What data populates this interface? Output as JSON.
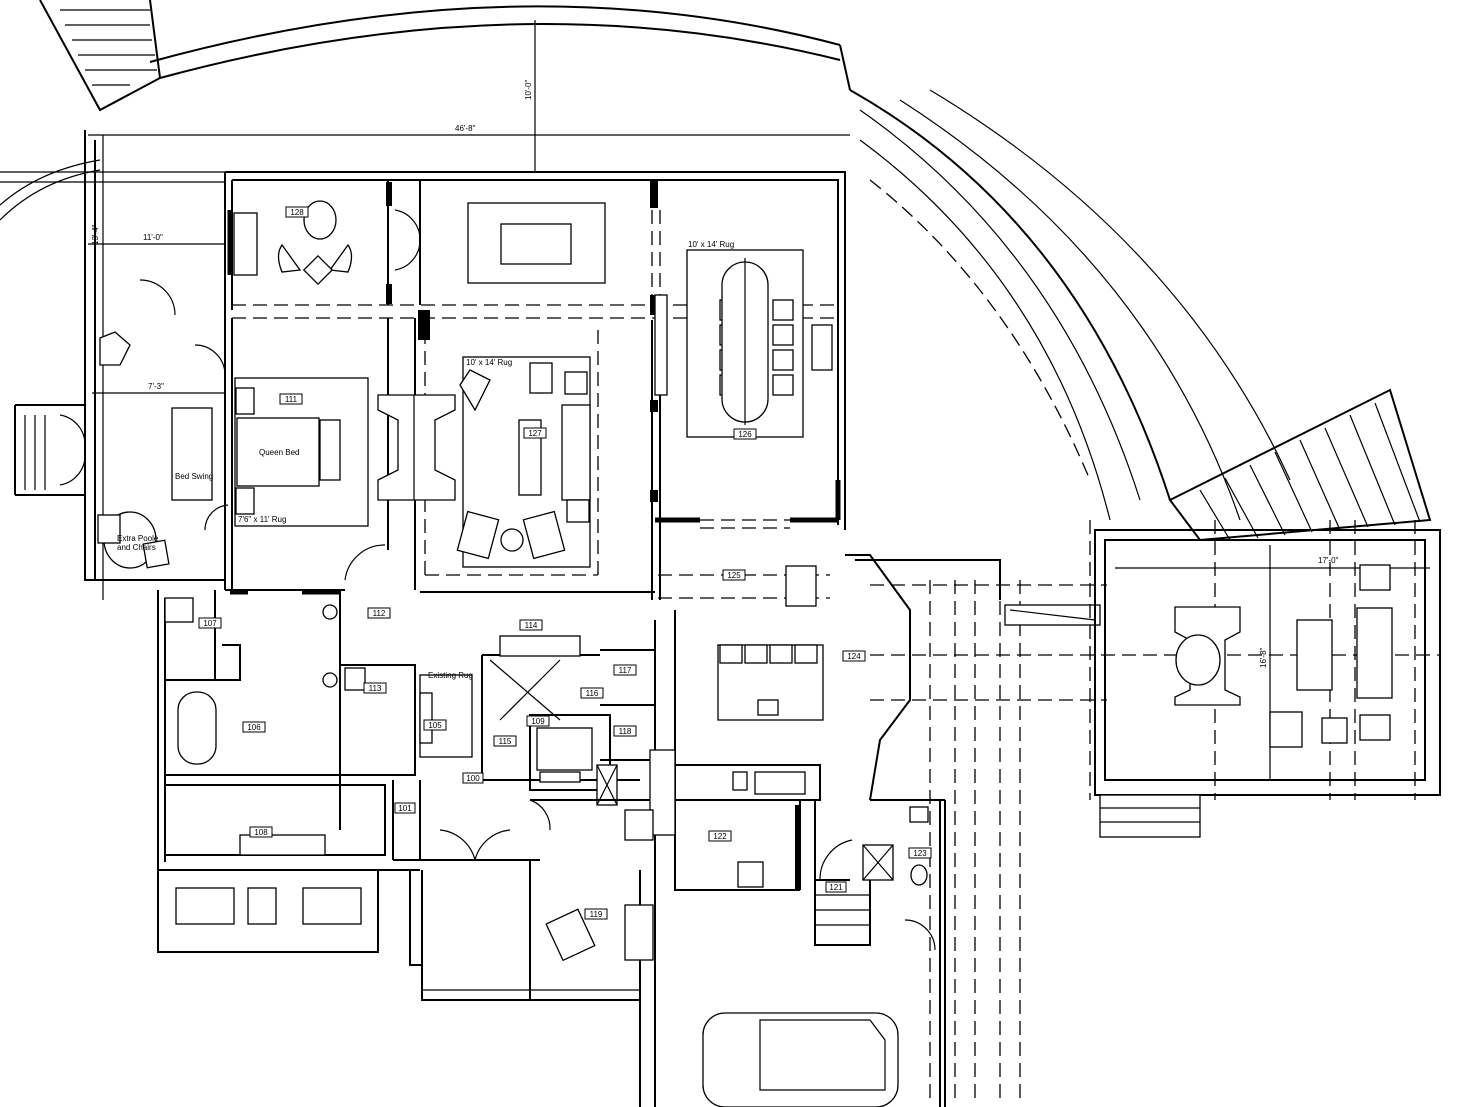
{
  "rooms": [
    {
      "number": "128"
    },
    {
      "number": "111"
    },
    {
      "number": "126"
    },
    {
      "number": "127"
    },
    {
      "number": "125"
    },
    {
      "number": "112"
    },
    {
      "number": "114"
    },
    {
      "number": "124"
    },
    {
      "number": "117"
    },
    {
      "number": "116"
    },
    {
      "number": "113"
    },
    {
      "number": "105"
    },
    {
      "number": "109"
    },
    {
      "number": "115"
    },
    {
      "number": "118"
    },
    {
      "number": "107"
    },
    {
      "number": "106"
    },
    {
      "number": "108"
    },
    {
      "number": "101"
    },
    {
      "number": "100"
    },
    {
      "number": "122"
    },
    {
      "number": "121"
    },
    {
      "number": "123"
    },
    {
      "number": "119"
    }
  ],
  "labels": {
    "rug_living": "10' x 14' Rug",
    "rug_dining": "10' x 14' Rug",
    "queen_bed": "Queen Bed",
    "rug_bedroom": "7'6\" x 11' Rug",
    "bed_swing": "Bed Swing",
    "extra_table_line1": "Extra Poole",
    "extra_table_line2": "and Chairs",
    "existing_rug": "Existing Rug"
  },
  "dimensions": {
    "overall_width": "46'-8\"",
    "porch_width": "11'-0\"",
    "entry_width": "7'-3\"",
    "porch_depth": "13'-4\"",
    "screen_porch_width": "17'-0\"",
    "screen_porch_depth": "16'-8\"",
    "terrace_depth": "10'-0\""
  }
}
